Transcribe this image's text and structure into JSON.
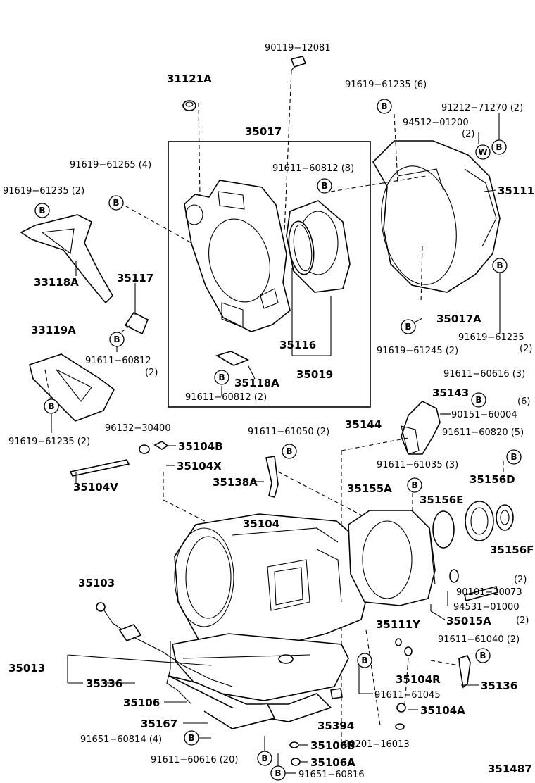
{
  "labels": {
    "p90119_12081": "90119−12081",
    "p31121A": "31121A",
    "p35017": "35017",
    "p91619_61235_6": "91619−61235 (6)",
    "p91212_71270_2": "91212−71270 (2)",
    "p94512_01200": "94512−01200",
    "p94512_qty": "(2)",
    "p91619_61265_4": "91619−61265 (4)",
    "p91611_60812_8": "91611−60812 (8)",
    "p91619_61235_2a": "91619−61235 (2)",
    "p35111": "35111",
    "p33118A": "33118A",
    "p35117": "35117",
    "p35017A": "35017A",
    "p91619_61235_r": "91619−61235",
    "p91619_61235_r_qty": "(2)",
    "p33119A": "33119A",
    "p91611_60812_a": "91611−60812",
    "p91611_60812_a_qty": "(2)",
    "p35116": "35116",
    "p35019": "35019",
    "p91619_61245_2": "91619−61245 (2)",
    "p35118A": "35118A",
    "p91611_60812_2": "91611−60812 (2)",
    "p91619_61235_2b": "91619−61235 (2)",
    "p91611_60616_3": "91611−60616 (3)",
    "p35143": "35143",
    "p6": "(6)",
    "p90151_60004": "90151−60004",
    "p96132_30400": "96132−30400",
    "p91611_61050_2": "91611−61050 (2)",
    "p35144": "35144",
    "p91611_60820_5": "91611−60820 (5)",
    "p35104B": "35104B",
    "p35104X": "35104X",
    "p91611_61035_3": "91611−61035 (3)",
    "p35104V": "35104V",
    "p35138A": "35138A",
    "p35155A": "35155A",
    "p35156D": "35156D",
    "p35156E": "35156E",
    "p35104": "35104",
    "p35156F": "35156F",
    "p35103": "35103",
    "p90101_10073_q": "(2)",
    "p90101_10073": "90101−10073",
    "p94531_01000": "94531−01000",
    "p35015A": "35015A",
    "p94531_qty": "(2)",
    "p35111Y": "35111Y",
    "p91611_61040_2": "91611−61040 (2)",
    "p35013": "35013",
    "p35104R": "35104R",
    "p35336": "35336",
    "p35136": "35136",
    "p35106": "35106",
    "p91611_61045": "91611−61045",
    "p35167": "35167",
    "p35394": "35394",
    "p35104A": "35104A",
    "p91651_60814_4": "91651−60814 (4)",
    "p90201_16013": "90201−16013",
    "p35106B": "35106B",
    "p91611_60616_20": "91611−60616 (20)",
    "p35106A": "35106A",
    "p91651_60816": "91651−60816",
    "p351487": "351487"
  },
  "markers": {
    "b": "B",
    "w": "W"
  }
}
